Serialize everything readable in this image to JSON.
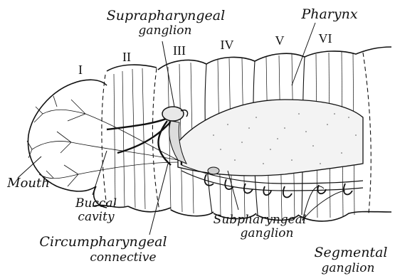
{
  "segments": [
    "I",
    "II",
    "III",
    "IV",
    "V",
    "VI"
  ],
  "labels": {
    "supra_1": "Suprapharyngeal",
    "supra_2": "ganglion",
    "pharynx": "Pharynx",
    "mouth": "Mouth",
    "buccal_1": "Buccal",
    "buccal_2": "cavity",
    "circum_1": "Circumpharyngeal",
    "circum_2": "connective",
    "subph_1": "Subpharyngeal",
    "subph_2": "ganglion",
    "seg_1": "Segmental",
    "seg_2": "ganglion"
  },
  "colors": {
    "ink": "#111111",
    "stipple": "#555555",
    "background": "#ffffff"
  }
}
